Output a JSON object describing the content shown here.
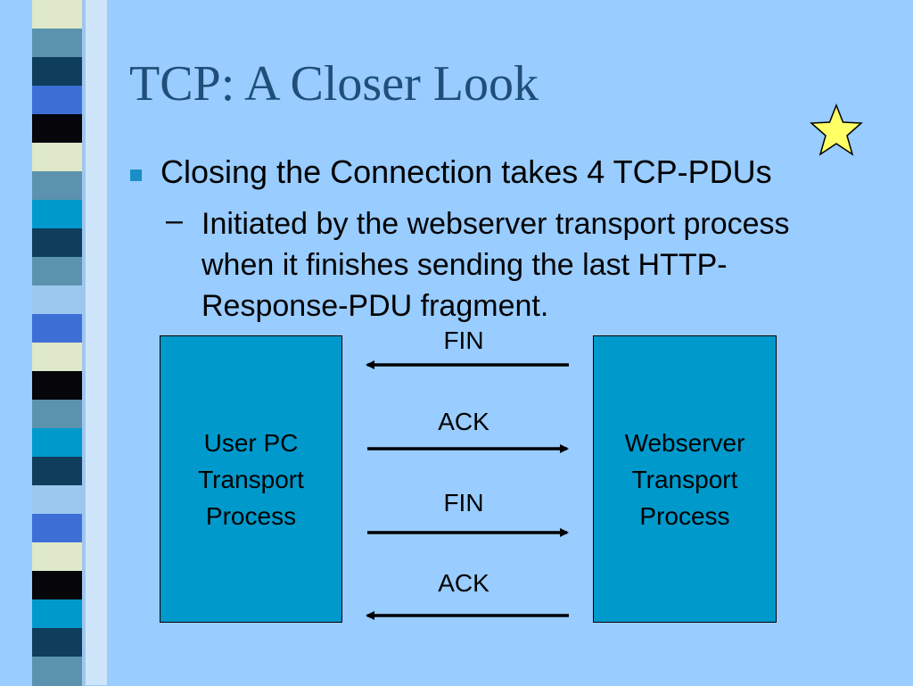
{
  "slide": {
    "title": "TCP: A Closer Look",
    "bullet": "Closing the Connection takes 4 TCP-PDUs",
    "sub_dash": "–",
    "sub_bullet": "Initiated by the webserver transport process when it finishes sending the last HTTP-Response-PDU fragment."
  },
  "diagram": {
    "left_box": "User PC\nTransport\nProcess",
    "right_box": "Webserver\nTransport\nProcess",
    "messages": [
      {
        "label": "FIN",
        "direction": "left"
      },
      {
        "label": "ACK",
        "direction": "right"
      },
      {
        "label": "FIN",
        "direction": "right"
      },
      {
        "label": "ACK",
        "direction": "left"
      }
    ]
  },
  "icons": {
    "star": "star-icon"
  },
  "colors": {
    "background": "#99ccff",
    "title": "#1f4e79",
    "box_fill": "#0099cc",
    "bullet": "#1a8fc6",
    "star_fill": "#ffff66",
    "stripes": [
      "#dfe8c9",
      "#5b92ad",
      "#0f3d5c",
      "#3d6fd6",
      "#05050a",
      "#dfe8c9",
      "#5b92ad",
      "#0099cc",
      "#0f3d5c",
      "#5b92ad",
      "#9cc8f0",
      "#3d6fd6",
      "#dfe8c9",
      "#05050a",
      "#5b92ad",
      "#0099cc",
      "#0f3d5c",
      "#9cc8f0",
      "#3d6fd6",
      "#dfe8c9",
      "#05050a",
      "#0099cc",
      "#0f3d5c",
      "#5b92ad"
    ]
  }
}
